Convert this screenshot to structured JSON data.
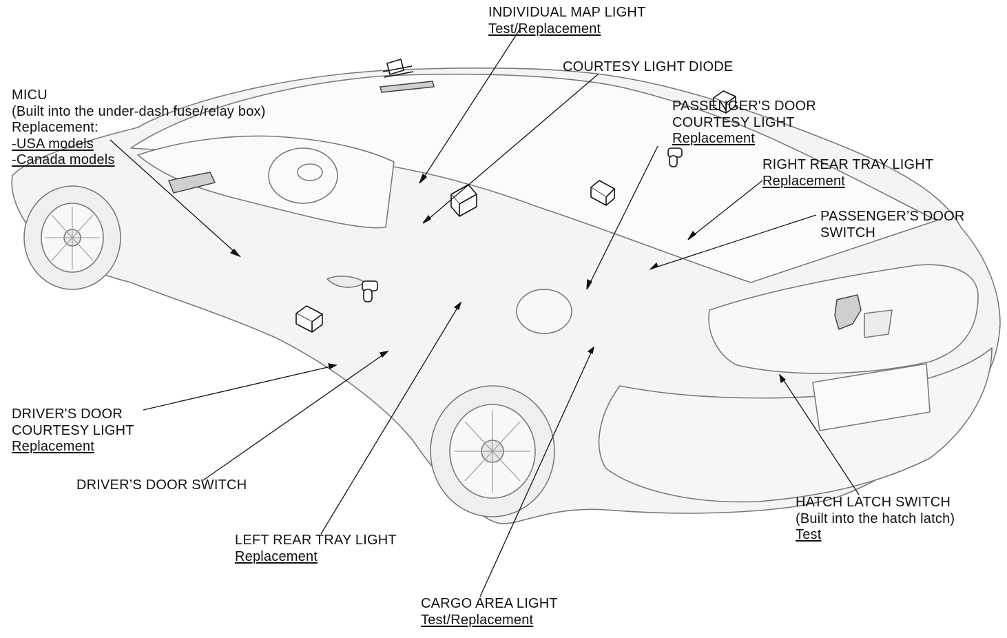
{
  "labels": {
    "map_light": {
      "title": "INDIVIDUAL MAP LIGHT",
      "link": "Test/Replacement"
    },
    "courtesy_diode": {
      "title": "COURTESY LIGHT DIODE"
    },
    "micu": {
      "title": "MICU",
      "note": "(Built into the under-dash fuse/relay box)",
      "sub": "Replacement:",
      "link_usa": "-USA models",
      "link_canada": "-Canada models"
    },
    "pass_courtesy": {
      "line1": "PASSENGER'S DOOR",
      "line2": "COURTESY LIGHT",
      "link": "Replacement"
    },
    "right_tray": {
      "title": "RIGHT REAR TRAY LIGHT",
      "link": "Replacement"
    },
    "pass_switch": {
      "line1": "PASSENGER’S DOOR",
      "line2": "SWITCH"
    },
    "driver_courtesy": {
      "line1": "DRIVER'S DOOR",
      "line2": "COURTESY LIGHT",
      "link": "Replacement"
    },
    "driver_switch": {
      "title": "DRIVER’S DOOR SWITCH"
    },
    "left_tray": {
      "title": "LEFT REAR TRAY LIGHT",
      "link": "Replacement"
    },
    "cargo": {
      "title": "CARGO AREA LIGHT",
      "link": "Test/Replacement"
    },
    "hatch": {
      "title": "HATCH LATCH SWITCH",
      "note": "(Built into the hatch latch)",
      "link": "Test"
    }
  },
  "colors": {
    "outline": "#7a7a7a",
    "body_fill": "#f4f4f4",
    "glass_fill": "#fbfbfb",
    "leader": "#111111"
  }
}
